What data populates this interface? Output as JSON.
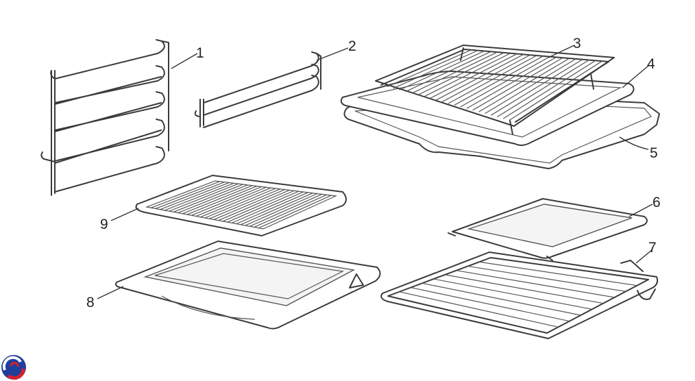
{
  "callouts": [
    {
      "id": "1",
      "label": "1"
    },
    {
      "id": "2",
      "label": "2"
    },
    {
      "id": "3",
      "label": "3"
    },
    {
      "id": "4",
      "label": "4"
    },
    {
      "id": "5",
      "label": "5"
    },
    {
      "id": "6",
      "label": "6"
    },
    {
      "id": "7",
      "label": "7"
    },
    {
      "id": "8",
      "label": "8"
    },
    {
      "id": "9",
      "label": "9"
    }
  ],
  "colors": {
    "line": "#3a3a3a",
    "logo_blue": "#1f3f9a",
    "logo_red": "#d8202a"
  },
  "icons": {
    "logo": "brand-swirl-logo-icon"
  }
}
